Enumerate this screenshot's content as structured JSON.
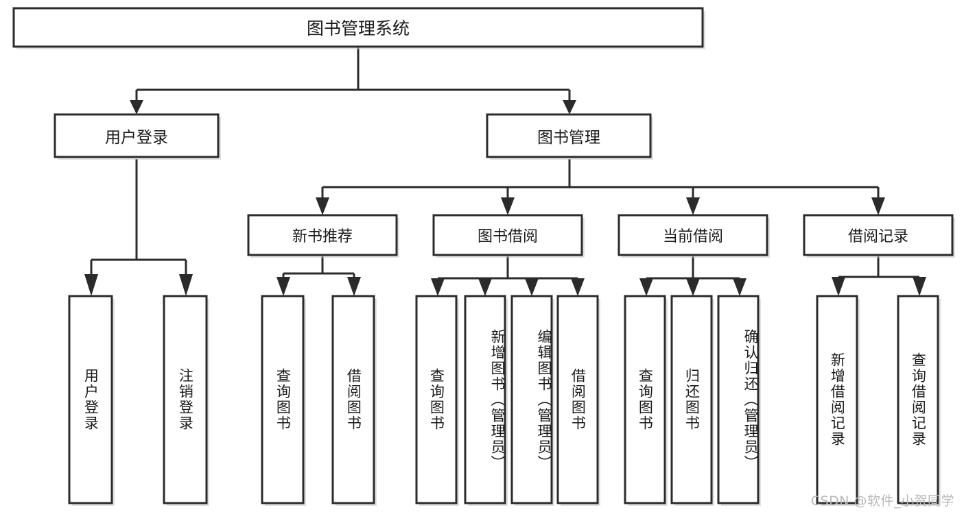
{
  "diagram": {
    "title": "图书管理系统",
    "type": "tree-hierarchy-chart",
    "orientation": "top-down",
    "root": {
      "id": "root",
      "label": "图书管理系统"
    },
    "level2": [
      {
        "id": "user-login",
        "label": "用户登录"
      },
      {
        "id": "book-management",
        "label": "图书管理"
      }
    ],
    "level3": [
      {
        "id": "new-book-recommend",
        "label": "新书推荐",
        "parent": "book-management"
      },
      {
        "id": "book-borrow",
        "label": "图书借阅",
        "parent": "book-management"
      },
      {
        "id": "current-borrow",
        "label": "当前借阅",
        "parent": "book-management"
      },
      {
        "id": "borrow-record",
        "label": "借阅记录",
        "parent": "book-management"
      }
    ],
    "leaves": {
      "user-login": [
        {
          "id": "leaf-user-login",
          "label": "用户登录"
        },
        {
          "id": "leaf-user-logout",
          "label": "注销登录"
        }
      ],
      "new-book-recommend": [
        {
          "id": "leaf-query-book-1",
          "label": "查询图书"
        },
        {
          "id": "leaf-borrow-book-1",
          "label": "借阅图书"
        }
      ],
      "book-borrow": [
        {
          "id": "leaf-query-book-2",
          "label": "查询图书"
        },
        {
          "id": "leaf-add-book",
          "label": "新增图书（管理员）"
        },
        {
          "id": "leaf-edit-book",
          "label": "编辑图书（管理员）"
        },
        {
          "id": "leaf-borrow-book-2",
          "label": "借阅图书"
        }
      ],
      "current-borrow": [
        {
          "id": "leaf-query-book-3",
          "label": "查询图书"
        },
        {
          "id": "leaf-return-book",
          "label": "归还图书"
        },
        {
          "id": "leaf-confirm-return",
          "label": "确认归还（管理员）"
        }
      ],
      "borrow-record": [
        {
          "id": "leaf-add-record",
          "label": "新增借阅记录"
        },
        {
          "id": "leaf-query-record",
          "label": "查询借阅记录"
        }
      ]
    },
    "colors": {
      "box_fill": "#ffffff",
      "box_stroke": "#2b2b2b",
      "connector": "#2b2b2b",
      "text": "#1a1a1a",
      "background": "#ffffff",
      "watermark": "#b8b8b8"
    }
  },
  "watermark": {
    "text": "CSDN @软件_小贺同学"
  }
}
